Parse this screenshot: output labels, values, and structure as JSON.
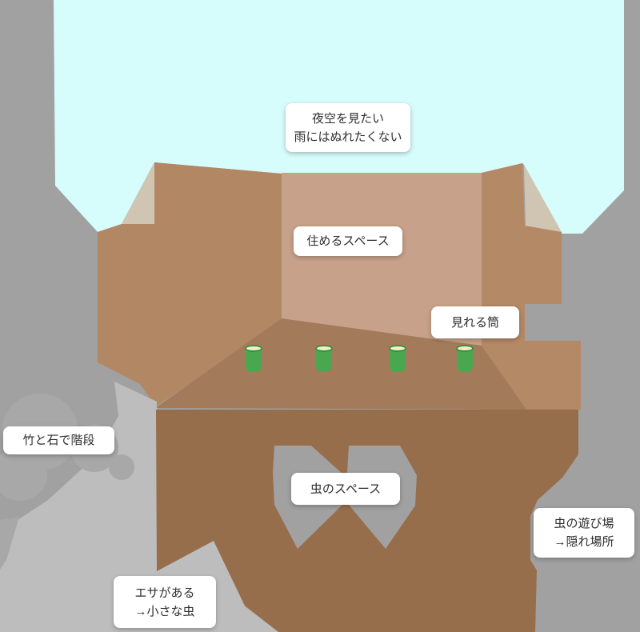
{
  "diagram": {
    "labels": {
      "night_sky": {
        "lines": [
          "夜空を見たい",
          "雨にはぬれたくない"
        ]
      },
      "living_space": {
        "lines": [
          "住めるスペース"
        ]
      },
      "viewing_tube": {
        "lines": [
          "見れる筒"
        ]
      },
      "stairs": {
        "lines": [
          "竹と石で階段"
        ]
      },
      "insect_space": {
        "lines": [
          "虫のスペース"
        ]
      },
      "playground": {
        "lines": [
          "虫の遊び場",
          "→隠れ場所"
        ]
      },
      "food": {
        "lines": [
          "エサがある",
          "→小さな虫"
        ]
      }
    },
    "tubes": {
      "count": 4
    }
  },
  "palette": {
    "bg_gray": "#a1a1a1",
    "light_gray": "#bdbdbd",
    "stone_gray": "#a8a8a8",
    "sky": "#d6fcfb",
    "wall": "#b28764",
    "wall_right": "#b48966",
    "back_wall": "#c7a189",
    "beige": "#cfc5b2",
    "floor": "#a37b5b",
    "ground": "#976e4b",
    "tube_green": "#4aa64f",
    "tube_rim": "#35913c",
    "tube_top": "#f2edcb",
    "label_bg": "#ffffff",
    "label_text": "#2e2e2e"
  }
}
